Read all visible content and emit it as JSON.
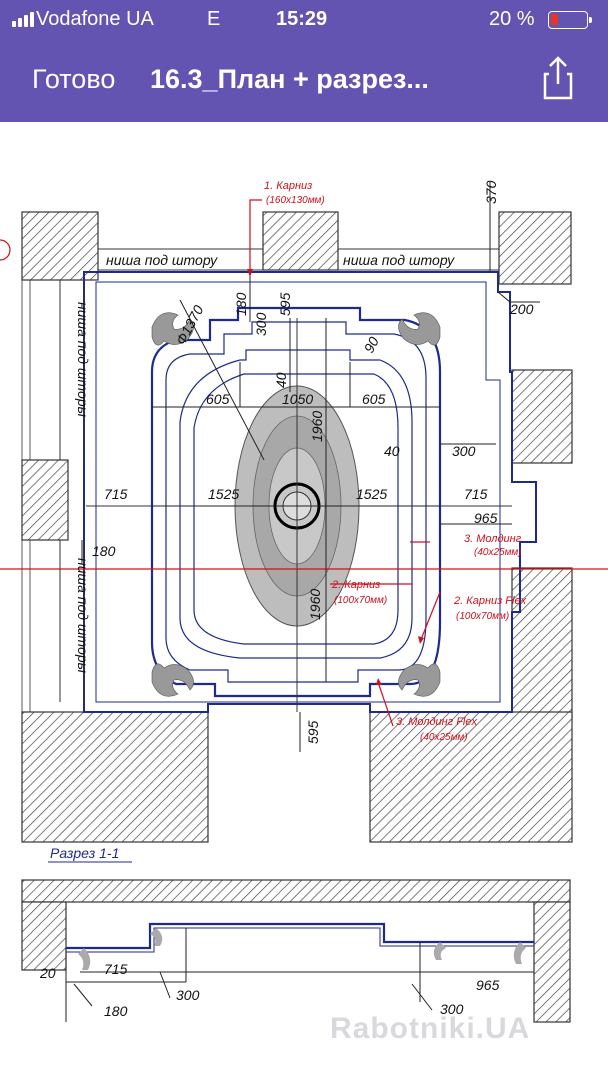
{
  "status_bar": {
    "carrier": "Vodafone UA",
    "network": "E",
    "time": "15:29",
    "battery": "20 %",
    "battery_level": 0.2
  },
  "nav": {
    "done_label": "Готово",
    "title": "16.3_План + разрез..."
  },
  "plan": {
    "top_dim": "370",
    "right_dim": "200",
    "left_dim": "180",
    "niche_top_left": "ниша под штору",
    "niche_top_right": "ниша под штору",
    "niche_left_upper": "ниша под шторы",
    "niche_left_lower": "ниша под шторы",
    "diameter": "Ф1370",
    "callout_1": "1. Карниз",
    "callout_1_size": "(160x130мм)",
    "callout_2": "2. Карниз",
    "callout_2_size": "(100x70мм)",
    "callout_2f": "2. Карниз Flex",
    "callout_2f_size": "(100x70мм)",
    "callout_3": "3. Молдинг",
    "callout_3_size": "(40x25мм)",
    "callout_3f": "3. Молдинг Flex",
    "callout_3f_size": "(40x25мм)",
    "dims": {
      "d180": "180",
      "d300": "300",
      "d595_top": "595",
      "d90": "90",
      "d40_top": "40",
      "d605_left": "605",
      "d1050": "1050",
      "d605_right": "605",
      "d1960_top": "1960",
      "d40_right": "40",
      "d300_right": "300",
      "d715_left": "715",
      "d1525_left": "1525",
      "d1525_right": "1525",
      "d715_right": "715",
      "d965": "965",
      "d1960_bottom": "1960",
      "d595_bottom": "595"
    }
  },
  "section": {
    "title": "Разрез 1-1",
    "d20": "20",
    "d715": "715",
    "d180": "180",
    "d300_left": "300",
    "d300_right": "300",
    "d965": "965"
  },
  "watermark": "Rabotniki.UA",
  "colors": {
    "header": "#6254b0",
    "outline": "#1e2a8c",
    "annotation": "#d0101a",
    "battery_low": "#e8332c"
  }
}
